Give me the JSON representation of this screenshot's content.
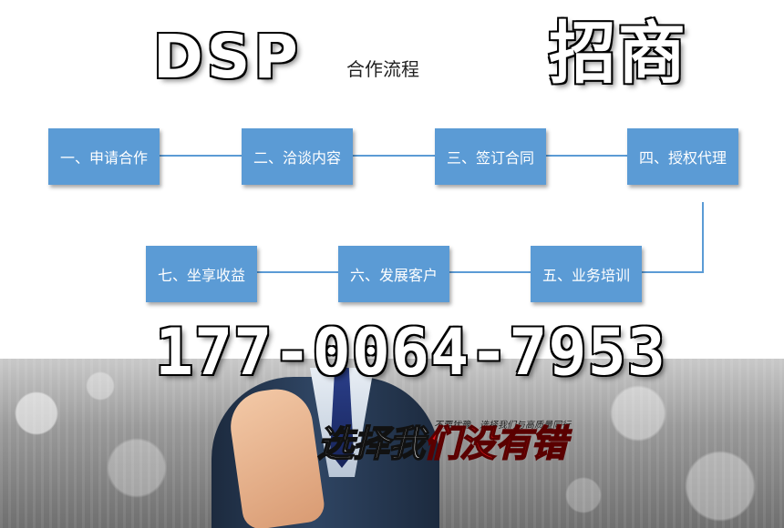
{
  "header": {
    "left_title": "DSP",
    "subtitle": "合作流程",
    "right_title": "招商"
  },
  "flow": {
    "steps": [
      "一、申请合作",
      "二、洽谈内容",
      "三、签订合同",
      "四、授权代理",
      "五、业务培训",
      "六、发展客户",
      "七、坐享收益"
    ],
    "color": "#5b9bd5"
  },
  "phone": "177-0064-7953",
  "banner": {
    "small_text": "不要犹豫，选择我们与高质量同行",
    "slogan_white": "选择我",
    "slogan_red": "们没有错"
  }
}
